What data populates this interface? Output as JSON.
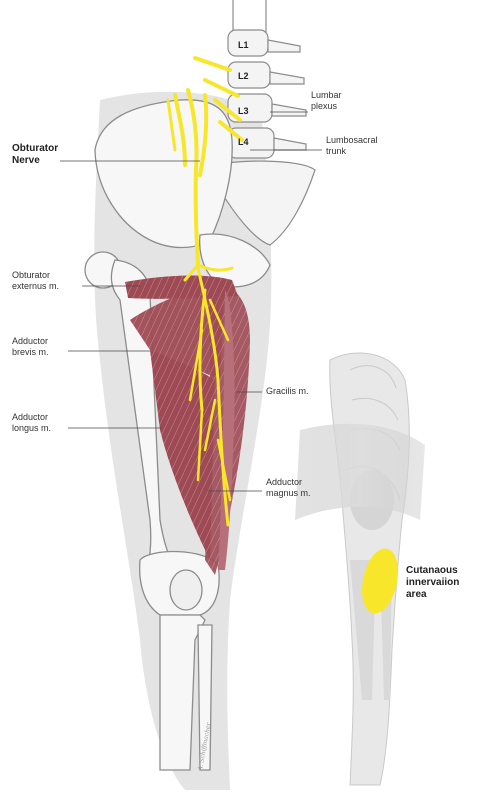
{
  "vertebrae": [
    "L1",
    "L2",
    "L3",
    "L4"
  ],
  "labels": {
    "lumbar_plexus": [
      "Lumbar",
      "plexus"
    ],
    "lumbosacral_trunk": [
      "Lumbosacral",
      "trunk"
    ],
    "obturator_nerve": [
      "Obturator",
      "Nerve"
    ],
    "obturator_externus": [
      "Obturator",
      "externus m."
    ],
    "adductor_brevis": [
      "Adductor",
      "brevis m."
    ],
    "adductor_longus": [
      "Adductor",
      "longus m."
    ],
    "gracilis": "Gracilis m.",
    "adductor_magnus": [
      "Adductor",
      "magnus m."
    ],
    "cutaneous": [
      "Cutanaous",
      "innervaiion",
      "area"
    ]
  },
  "signature": "A. Schiffmacher",
  "colors": {
    "nerve": "#f7e62a",
    "muscle": "#9e4a54",
    "bone_outline": "#9a9a9a",
    "leader": "#4a4a4a"
  }
}
